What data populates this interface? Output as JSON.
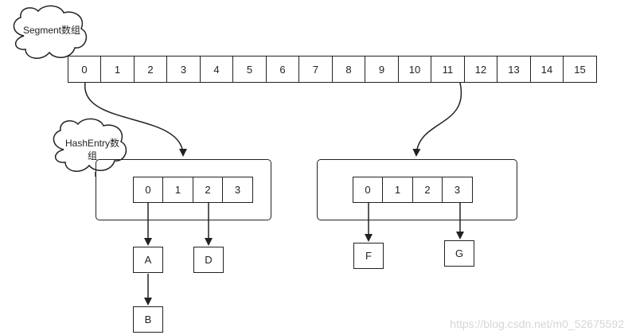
{
  "segment_array": {
    "label": "Segment数组",
    "indices": [
      "0",
      "1",
      "2",
      "3",
      "4",
      "5",
      "6",
      "7",
      "8",
      "9",
      "10",
      "11",
      "12",
      "13",
      "14",
      "15"
    ]
  },
  "hashentry_label": "HashEntry数组",
  "left_table": {
    "indices": [
      "0",
      "1",
      "2",
      "3"
    ]
  },
  "right_table": {
    "indices": [
      "0",
      "1",
      "2",
      "3"
    ]
  },
  "nodes": {
    "a": "A",
    "b": "B",
    "d": "D",
    "f": "F",
    "g": "G"
  },
  "watermark": "https://blog.csdn.net/m0_52675592"
}
